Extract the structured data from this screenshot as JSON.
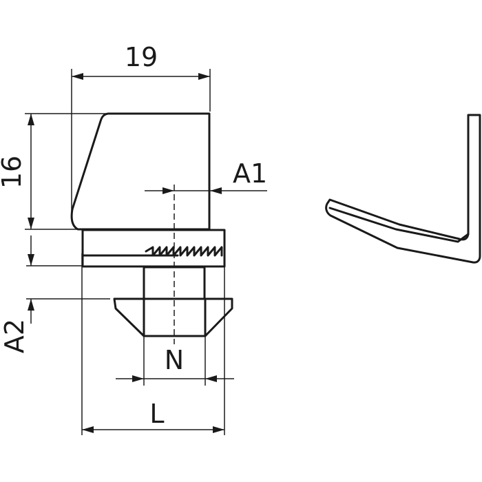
{
  "labels": {
    "width_19": "19",
    "height_16": "16",
    "a1": "A1",
    "a2": "A2",
    "n": "N",
    "l": "L"
  },
  "colors": {
    "line": "#1a1a1a",
    "background": "#ffffff"
  }
}
